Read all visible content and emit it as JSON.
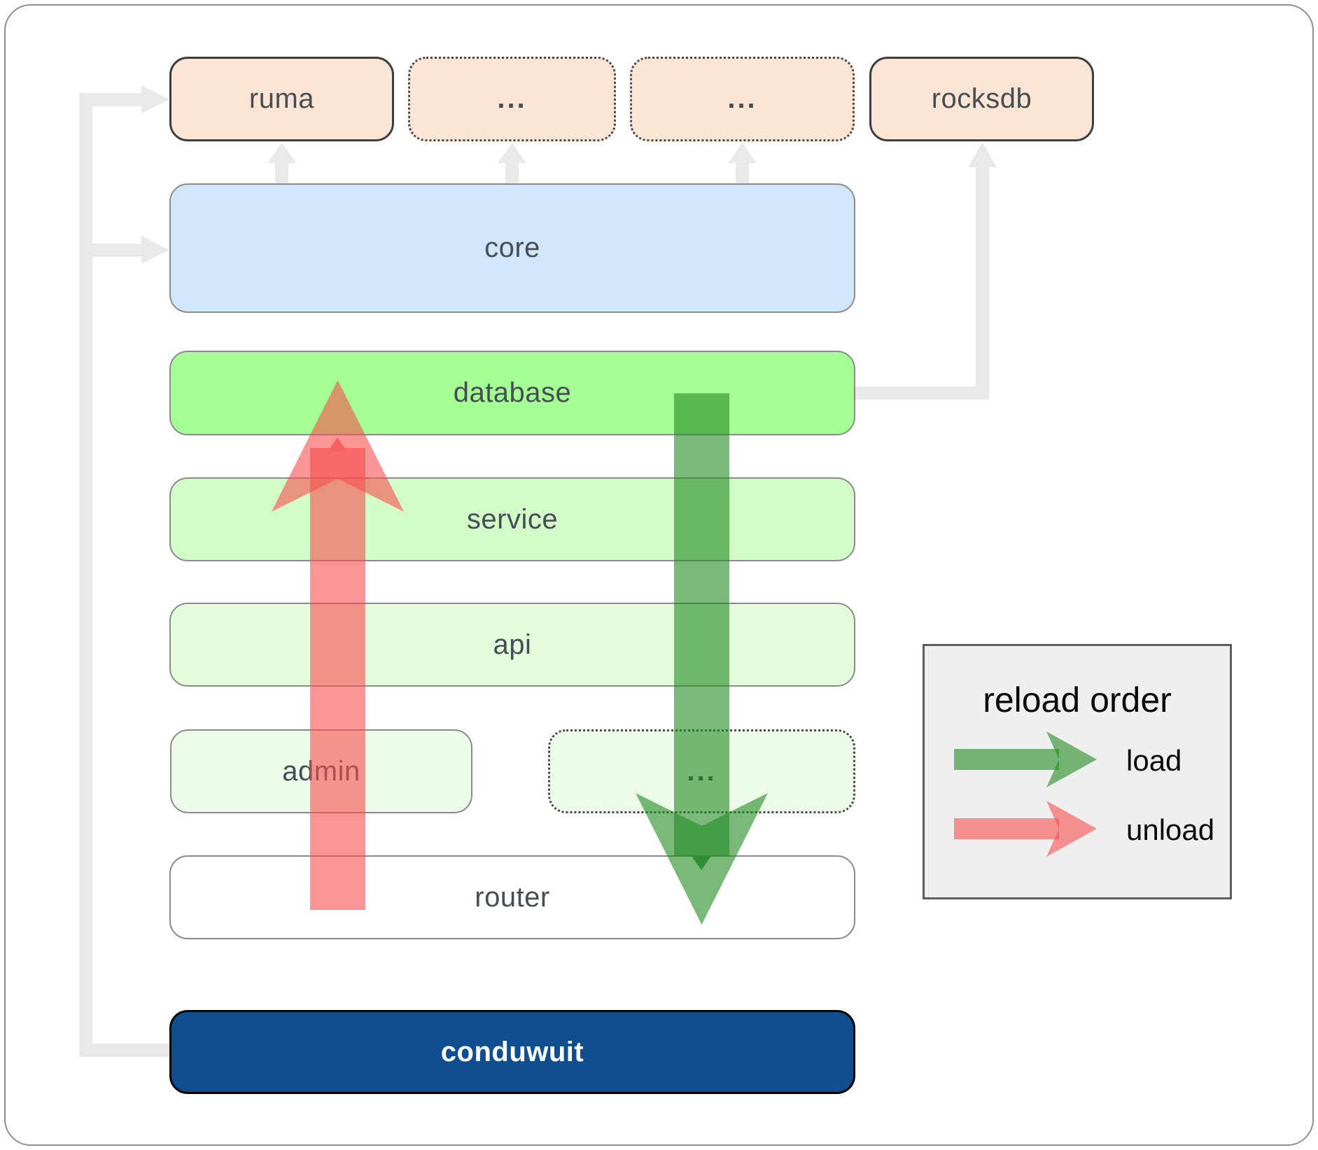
{
  "diagram": {
    "top_row": {
      "ruma": "ruma",
      "ellipsis1": "...",
      "ellipsis2": "...",
      "rocksdb": "rocksdb"
    },
    "layers": {
      "core": "core",
      "database": "database",
      "service": "service",
      "api": "api",
      "admin": "admin",
      "admin_ellipsis": "...",
      "router": "router",
      "conduwuit": "conduwuit"
    }
  },
  "legend": {
    "title": "reload order",
    "load": "load",
    "unload": "unload"
  },
  "arrows": {
    "load": {
      "icon": "load-arrow-down-icon",
      "direction": "down"
    },
    "unload": {
      "icon": "unload-arrow-up-icon",
      "direction": "up"
    }
  },
  "colors": {
    "peach": "#fce5d4",
    "core_blue": "#d2e6fb",
    "database_green": "#a5fd95",
    "service_green": "#d3fbc8",
    "api_green": "#e3fcda",
    "admin_green": "#edfce8",
    "conduwuit_navy": "#104e90",
    "connector_gray": "#e9e9e9",
    "gray_border": "#8b8b8b",
    "dark_border": "#3d3d3d",
    "label_color": "#474d54",
    "legend_bg": "#efefef",
    "load_green": "rgba(34,139,34,0.6)",
    "unload_red": "rgba(247,78,78,0.6)",
    "load_dark": "#2f8f33",
    "unload_dark": "#f96161"
  }
}
